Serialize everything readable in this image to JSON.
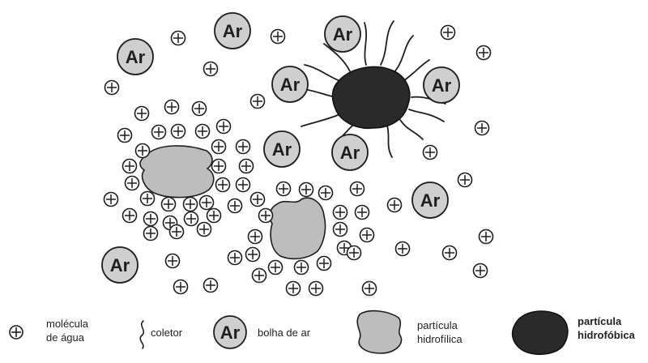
{
  "diagram": {
    "bubble_label": "Ar",
    "water_symbol": "⊕",
    "colors": {
      "ink": "#1e1e1e",
      "bubble_fill": "#cfcfcf",
      "hydrophilic_fill": "#bdbdbd",
      "hydrophobic_fill": "#2a2a2a",
      "background": "#ffffff"
    }
  },
  "legend": {
    "water_molecule": [
      "molécula",
      "de água"
    ],
    "collector": [
      "coletor"
    ],
    "air_bubble": [
      "bolha de ar"
    ],
    "hydrophilic_particle": [
      "partícula",
      "hidrofílica"
    ],
    "hydrophobic_particle": [
      "partícula",
      "hidrofóbica"
    ]
  }
}
